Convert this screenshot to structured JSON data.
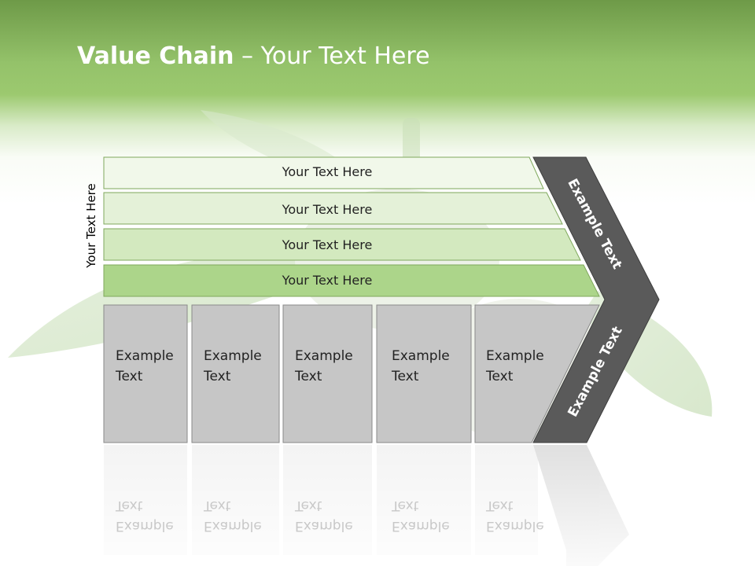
{
  "slide": {
    "title_bold": "Value Chain",
    "title_rest": " – Your Text Here",
    "side_label": "Your Text Here",
    "bars": [
      {
        "label": "Your Text Here"
      },
      {
        "label": "Your Text Here"
      },
      {
        "label": "Your Text Here"
      },
      {
        "label": "Your Text Here"
      }
    ],
    "cards": [
      {
        "line1": "Example",
        "line2": "Text"
      },
      {
        "line1": "Example",
        "line2": "Text"
      },
      {
        "line1": "Example",
        "line2": "Text"
      },
      {
        "line1": "Example",
        "line2": "Text"
      },
      {
        "line1": "Example",
        "line2": "Text"
      }
    ],
    "chevron_top": "Example Text",
    "chevron_bottom": "Example Text"
  },
  "colors": {
    "header_green": "#94c26a",
    "bar_fills": [
      "#f1f8ea",
      "#e4f1d8",
      "#d3e9bf",
      "#acd58a"
    ],
    "card_fill": "#c6c6c6",
    "chevron_fill": "#5a5a5a"
  }
}
